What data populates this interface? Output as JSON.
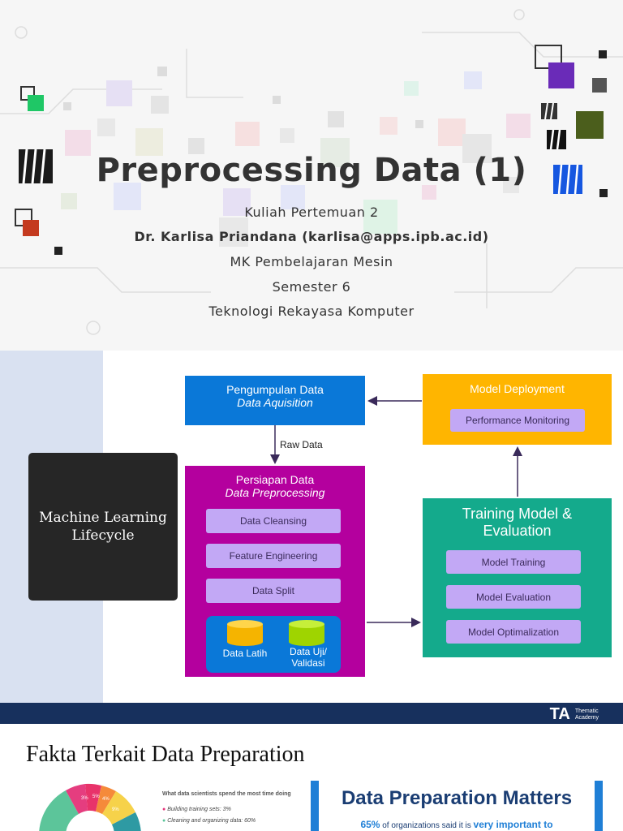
{
  "slide1": {
    "title": "Preprocessing Data (1)",
    "lines": [
      "Kuliah Pertemuan 2",
      "Dr. Karlisa Priandana (karlisa@apps.ipb.ac.id)",
      "MK Pembelajaran Mesin",
      "Semester 6",
      "Teknologi Rekayasa Komputer"
    ]
  },
  "slide2": {
    "lifecycle_label": "Machine Learning Lifecycle",
    "acquisition": {
      "title": "Pengumpulan Data",
      "subtitle": "Data Aquisition"
    },
    "raw_data_label": "Raw Data",
    "preprocessing": {
      "title": "Persiapan Data",
      "subtitle": "Data Preprocessing",
      "steps": [
        "Data Cleansing",
        "Feature Engineering",
        "Data Split"
      ],
      "train_label": "Data Latih",
      "test_label_1": "Data Uji/",
      "test_label_2": "Validasi"
    },
    "training": {
      "title_1": "Training Model &",
      "title_2": "Evaluation",
      "steps": [
        "Model Training",
        "Model Evaluation",
        "Model Optimalization"
      ]
    },
    "deployment": {
      "title": "Model Deployment",
      "step": "Performance Monitoring"
    },
    "colors": {
      "acquisition": "#0a78d8",
      "preprocessing": "#b4009e",
      "training": "#14aa8c",
      "deployment": "#ffb500",
      "pill": "#c2a8f5"
    }
  },
  "slide3": {
    "logo": "TA",
    "logo_sub_1": "Thematic",
    "logo_sub_2": "Academy",
    "title": "Fakta Terkait Data Preparation",
    "donut_question": "What data scientists spend the most time doing",
    "legend": [
      "Building training sets: 3%",
      "Cleaning and organizing data: 60%"
    ],
    "donut_labels": [
      "3%",
      "5%",
      "4%",
      "9%"
    ],
    "banner_title": "Data Preparation Matters",
    "banner_pct": "65%",
    "banner_text": " of organizations said it is ",
    "banner_emph": "very important to"
  }
}
